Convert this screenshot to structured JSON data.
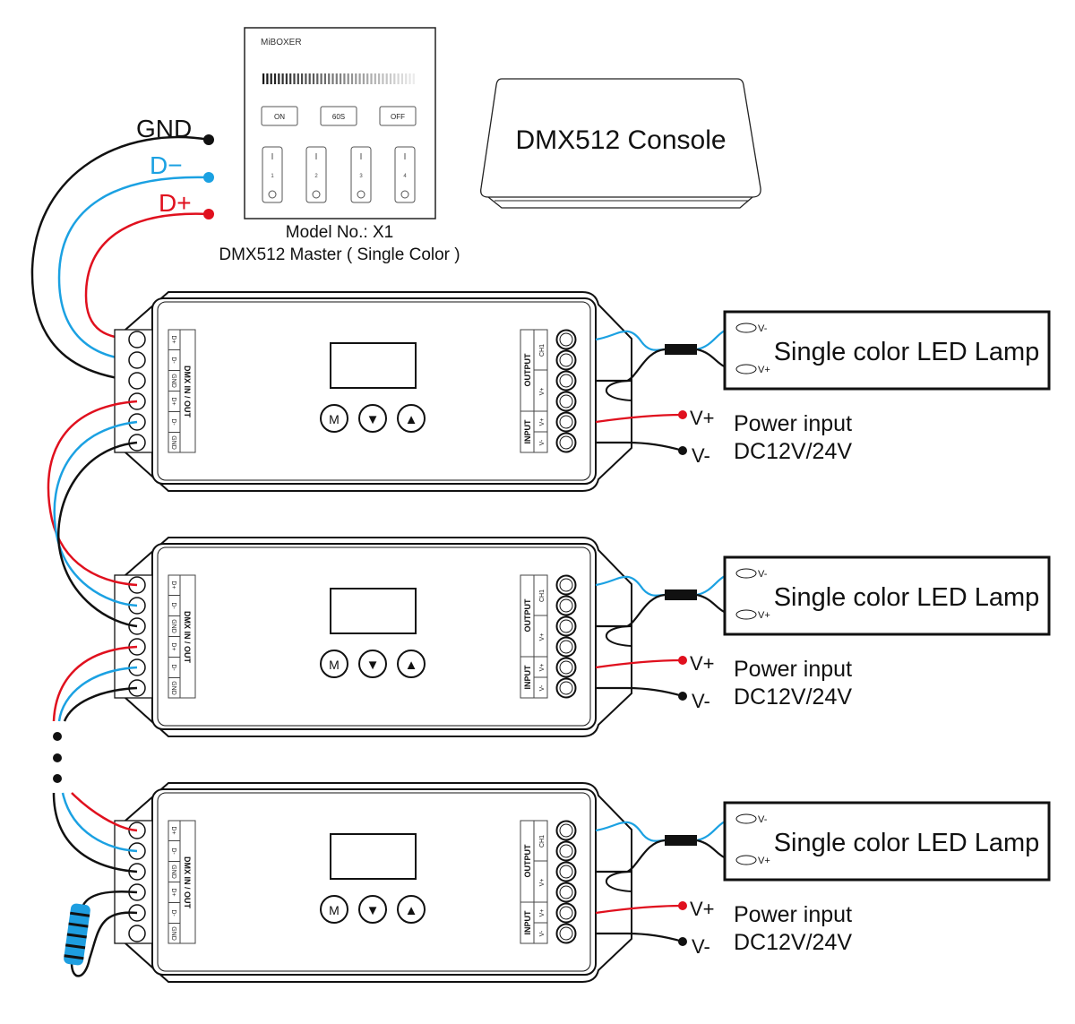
{
  "controller": {
    "brand": "MiBOXER",
    "buttons": [
      "ON",
      "60S",
      "OFF"
    ],
    "switches": [
      "1",
      "2",
      "3",
      "4"
    ],
    "model": "Model No.: X1",
    "description": "DMX512 Master ( Single Color )"
  },
  "bus_labels": {
    "gnd": "GND",
    "d_minus": "D−",
    "d_plus": "D+"
  },
  "console": {
    "label": "DMX512 Console"
  },
  "decoder": {
    "dmx_terminals": [
      "D+",
      "D-",
      "GND",
      "D+",
      "D-",
      "GND"
    ],
    "dmx_title": "DMX  IN / OUT",
    "output_title": "OUTPUT",
    "input_title": "INPUT",
    "output_terms": [
      "CH1",
      "V+"
    ],
    "input_terms": [
      "V+",
      "V-"
    ],
    "buttons": [
      "M",
      "▼",
      "▲"
    ]
  },
  "units": [
    {
      "lamp": "Single color LED Lamp",
      "lamp_v_minus": "V-",
      "lamp_v_plus": "V+",
      "power_v_plus": "V+",
      "power_v_minus": "V-",
      "power_line1": "Power input",
      "power_line2": "DC12V/24V"
    },
    {
      "lamp": "Single color LED Lamp",
      "lamp_v_minus": "V-",
      "lamp_v_plus": "V+",
      "power_v_plus": "V+",
      "power_v_minus": "V-",
      "power_line1": "Power input",
      "power_line2": "DC12V/24V"
    },
    {
      "lamp": "Single color LED Lamp",
      "lamp_v_minus": "V-",
      "lamp_v_plus": "V+",
      "power_v_plus": "V+",
      "power_v_minus": "V-",
      "power_line1": "Power input",
      "power_line2": "DC12V/24V"
    }
  ],
  "colors": {
    "gnd_wire": "#111111",
    "d_minus_wire": "#1ba1e2",
    "d_plus_wire": "#e0101e",
    "resistor": "#1e9ee0"
  }
}
